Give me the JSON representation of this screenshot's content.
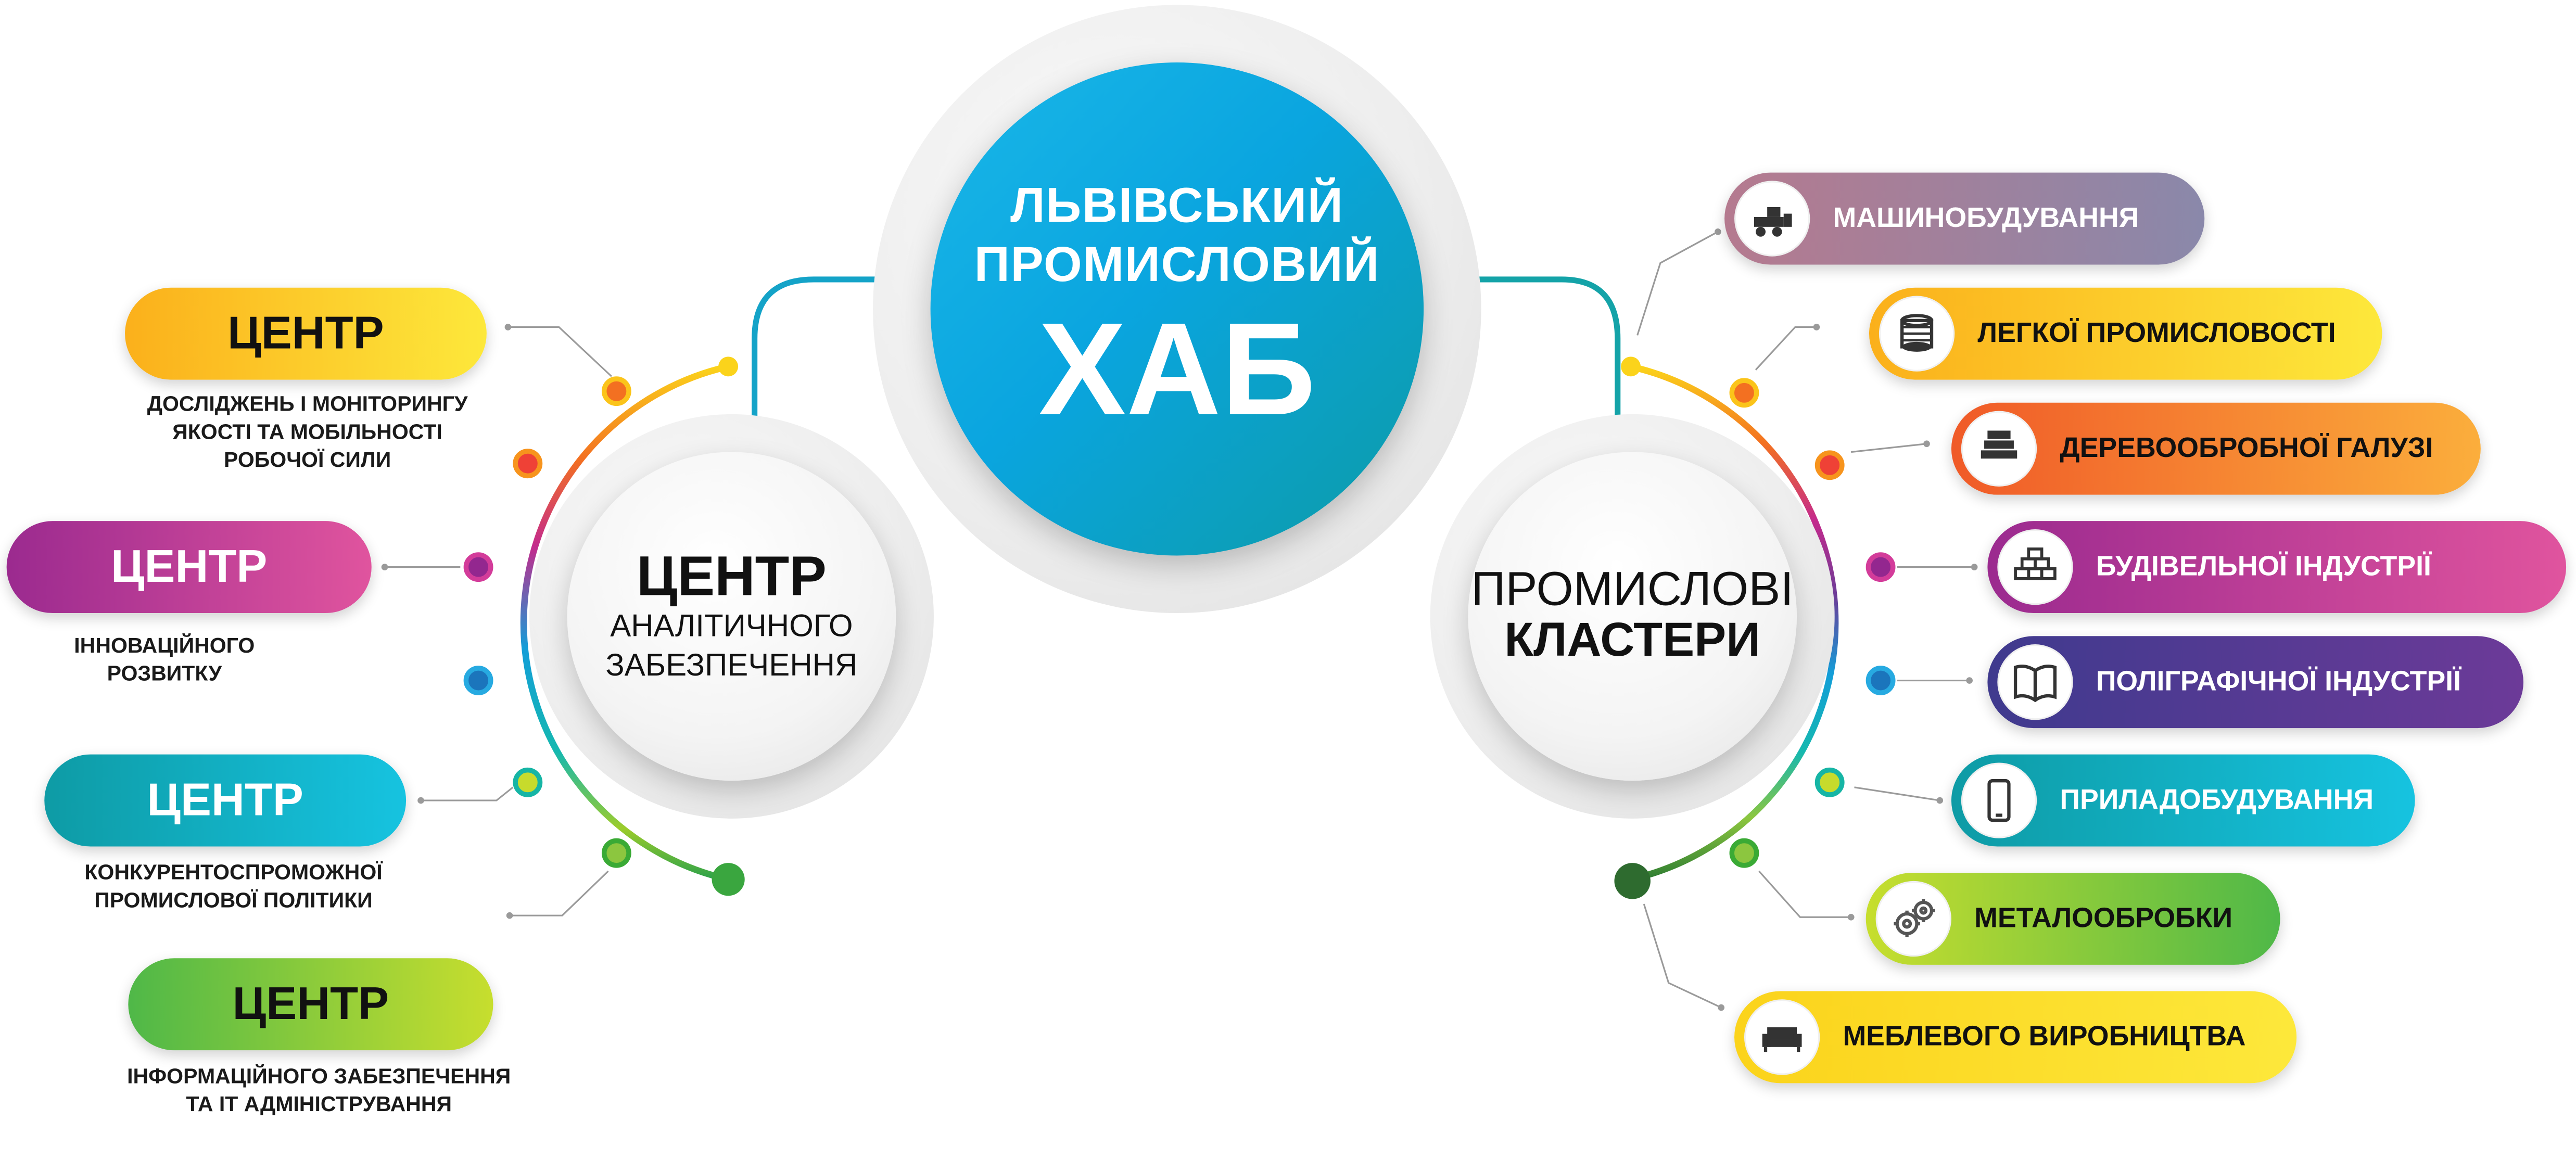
{
  "hub": {
    "line1": "ЛЬВІВСЬКИЙ",
    "line2": "ПРОМИСЛОВИЙ",
    "line3": "ХАБ"
  },
  "left_circle": {
    "line1": "ЦЕНТР",
    "line2": "АНАЛІТИЧНОГО",
    "line3": "ЗАБЕЗПЕЧЕННЯ"
  },
  "right_circle": {
    "line1": "ПРОМИСЛОВІ",
    "line2": "КЛАСТЕРИ"
  },
  "centers": [
    {
      "label": "ЦЕНТР",
      "desc1": "ДОСЛІДЖЕНЬ І МОНІТОРИНГУ",
      "desc2": "ЯКОСТІ ТА МОБІЛЬНОСТІ",
      "desc3": "РОБОЧОЇ СИЛИ"
    },
    {
      "label": "ЦЕНТР",
      "desc1": "ІННОВАЦІЙНОГО",
      "desc2": "РОЗВИТКУ"
    },
    {
      "label": "ЦЕНТР",
      "desc1": "КОНКУРЕНТОСПРОМОЖНОЇ",
      "desc2": "ПРОМИСЛОВОЇ ПОЛІТИКИ"
    },
    {
      "label": "ЦЕНТР",
      "desc1": "ІНФОРМАЦІЙНОГО ЗАБЕЗПЕЧЕННЯ",
      "desc2": "ТА ІТ АДМІНІСТРУВАННЯ"
    }
  ],
  "clusters": [
    {
      "label": "МАШИНОБУДУВАННЯ",
      "icon": "excavator-icon"
    },
    {
      "label": "ЛЕГКОЇ ПРОМИСЛОВОСТІ",
      "icon": "thread-spool-icon"
    },
    {
      "label": "ДЕРЕВООБРОБНОЇ ГАЛУЗІ",
      "icon": "lumber-stack-icon"
    },
    {
      "label": "БУДІВЕЛЬНОЇ ІНДУСТРІЇ",
      "icon": "bricks-icon"
    },
    {
      "label": "ПОЛІГРАФІЧНОЇ ІНДУСТРІЇ",
      "icon": "open-book-icon"
    },
    {
      "label": "ПРИЛАДОБУДУВАННЯ",
      "icon": "smartphone-icon"
    },
    {
      "label": "МЕТАЛООБРОБКИ",
      "icon": "gears-icon"
    },
    {
      "label": "МЕБЛЕВОГО ВИРОБНИЦТВА",
      "icon": "sofa-icon"
    }
  ],
  "colors": {
    "hub": "#0aa5df",
    "yellow": "#fbc41a",
    "magenta": "#b3288e",
    "teal": "#13b2c4",
    "green": "#6ab82e",
    "orange": "#f37021",
    "purple": "#5d3a93"
  }
}
